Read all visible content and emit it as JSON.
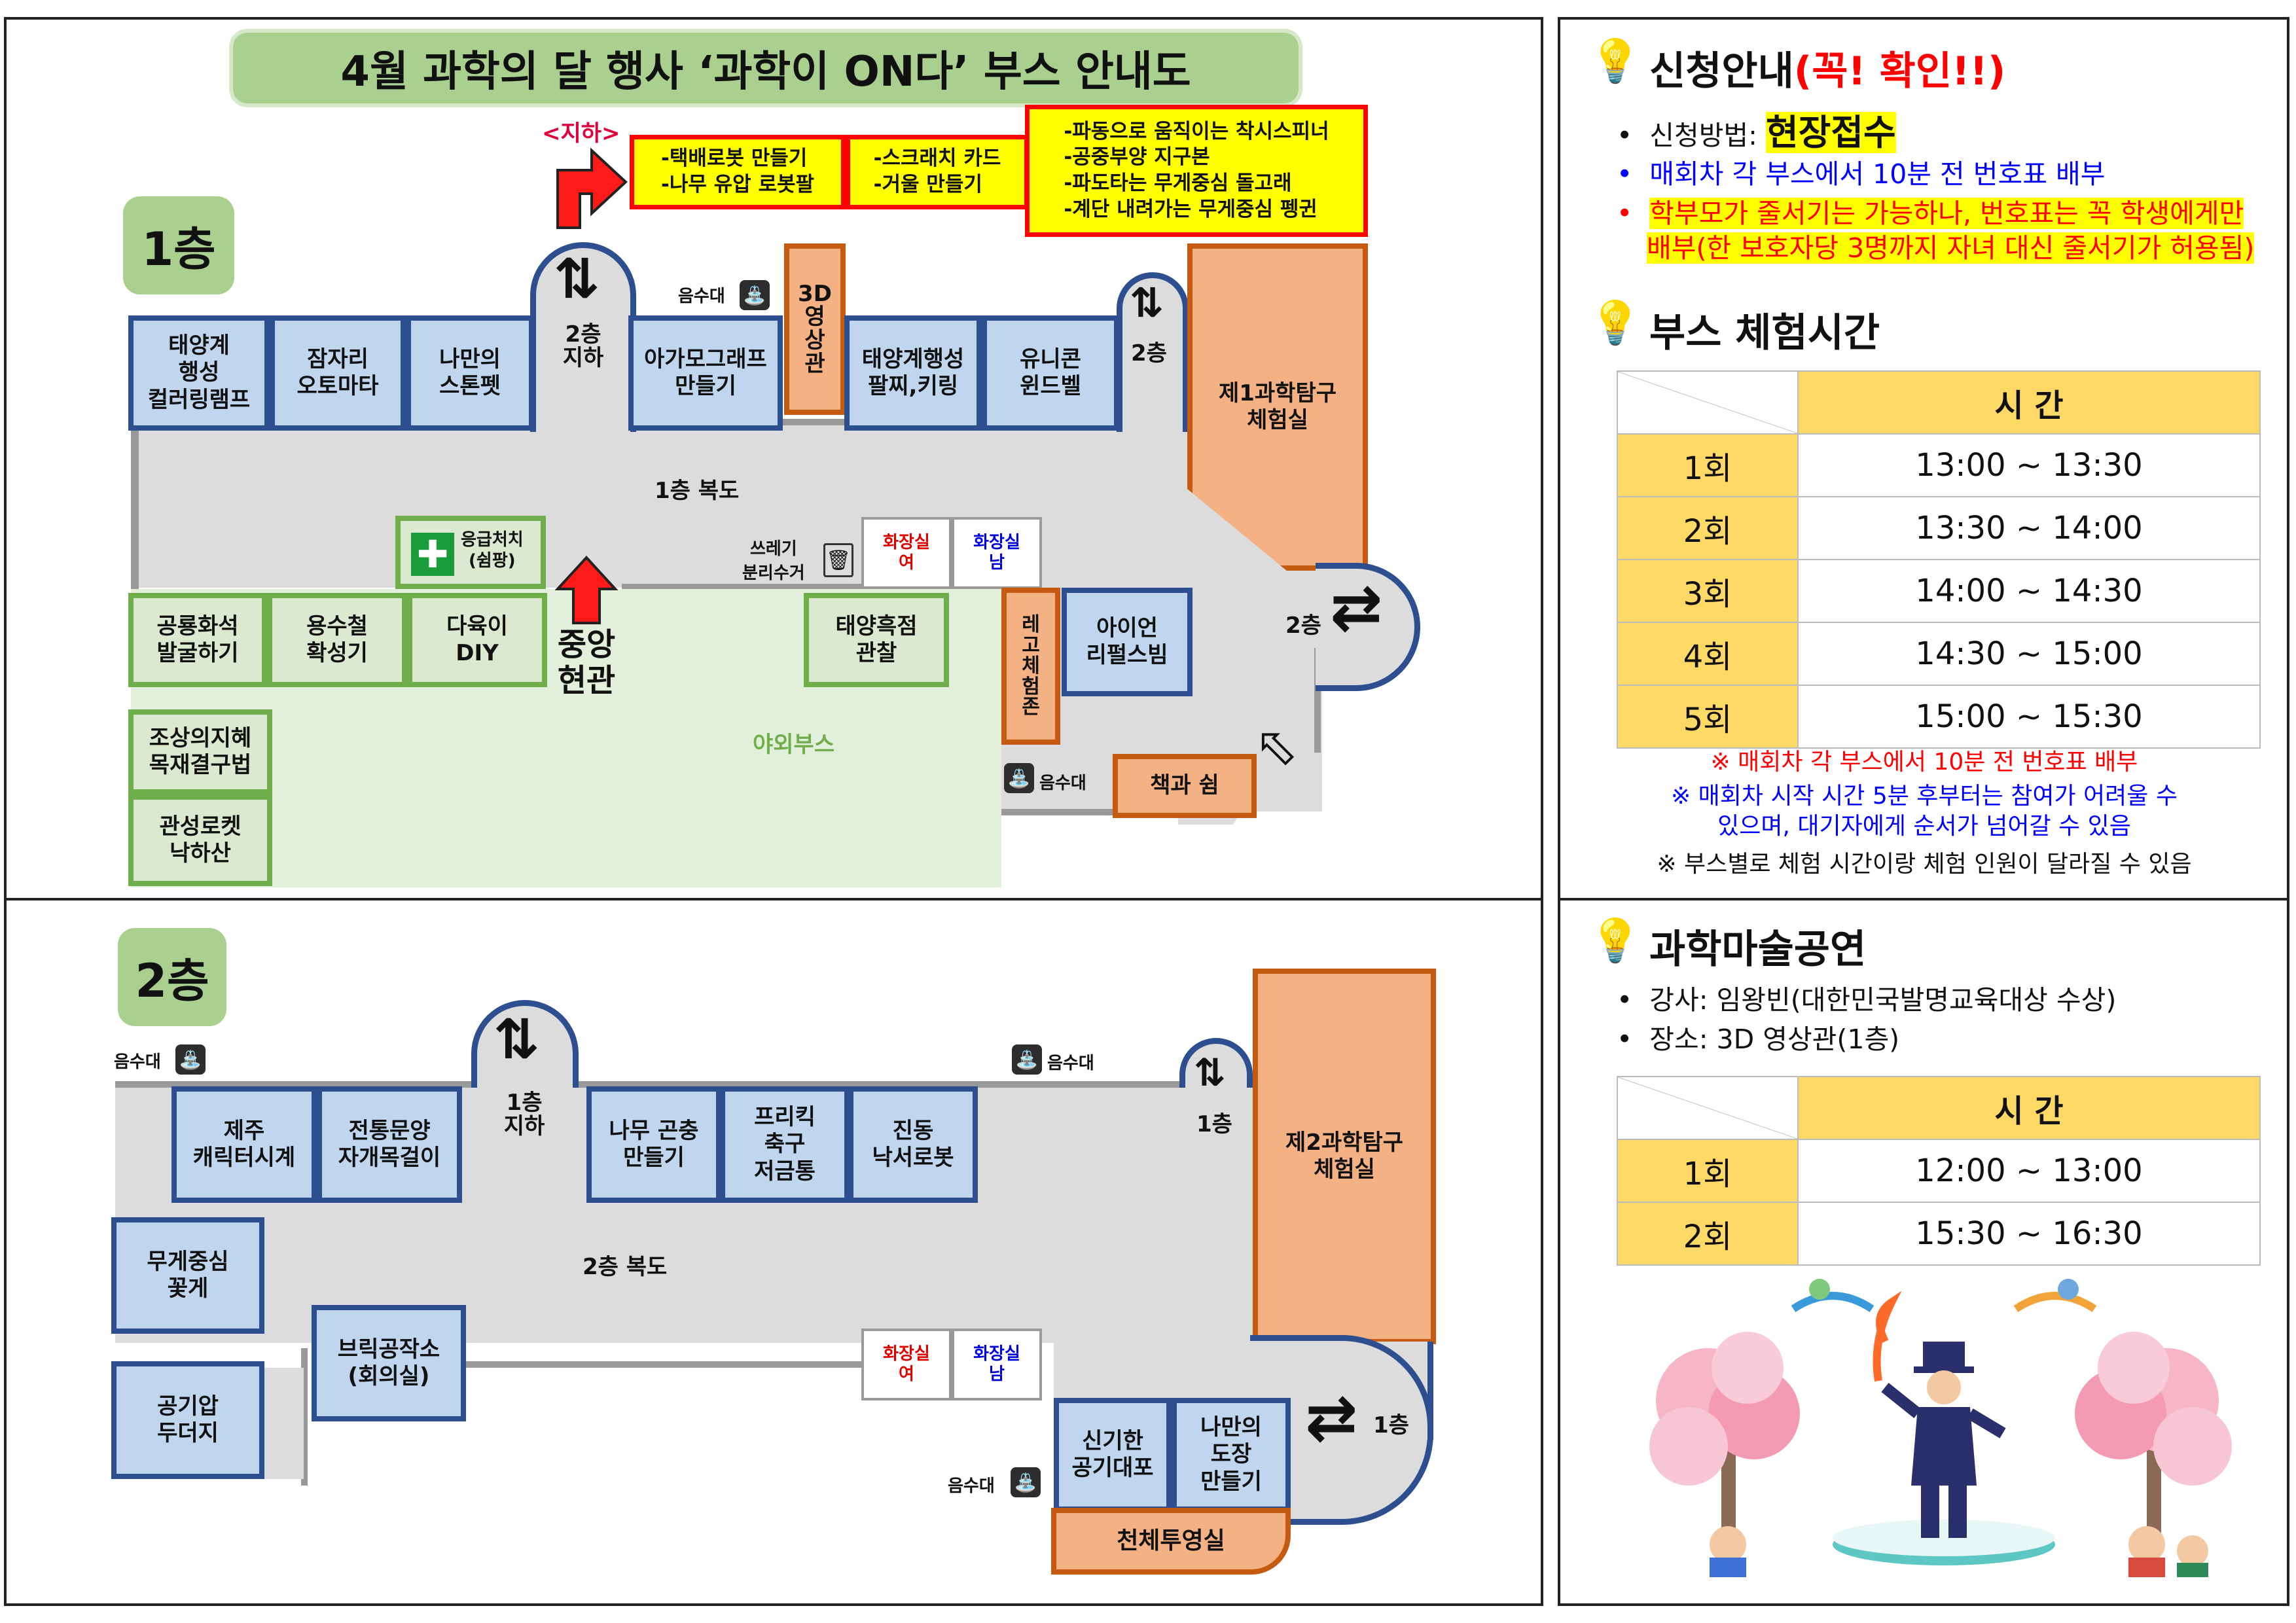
{
  "title": "4월 과학의 달 행사 ‘과학이 ON다’ 부스 안내도",
  "floor1": {
    "badge": "1층",
    "basement_label": "<지하>",
    "basement_boxes": [
      "-택배로봇 만들기\n-나무 유압 로봇팔",
      "-스크래치 카드\n-거울 만들기",
      "-파동으로 움직이는 착시스피너\n-공중부양 지구본\n-파도타는 무게중심 돌고래\n-계단 내려가는 무게중심 펭귄"
    ],
    "top_rooms": [
      "태양계\n행성\n컬러링램프",
      "잠자리\n오토마타",
      "나만의\n스톤펫",
      "아가모그래프\n만들기",
      "태양계행성\n팔찌,키링",
      "유니콘\n윈드벨"
    ],
    "stair_center": "2층\n지하",
    "stair_right": "2층",
    "theater": "3D\n영\n상\n관",
    "lab": "제1과학탐구\n체험실",
    "fountain_label": "음수대",
    "corridor": "1층 복도",
    "first_aid": "응급처치\n(쉼팡)",
    "trash": "쓰레기\n분리수거",
    "toilet_f": "화장실\n여",
    "toilet_m": "화장실\n남",
    "entrance": "중앙\n현관",
    "bottom_rooms": [
      "공룡화석\n발굴하기",
      "용수철\n확성기",
      "다육이\nDIY"
    ],
    "sun_room": "태양흑점\n관찰",
    "lego": "레\n고\n체\n험\n존",
    "iron": "아이언\n리펄스빔",
    "exit_2f": "2층",
    "outdoor": "야외부스",
    "outdoor_rooms": [
      "조상의지혜\n목재결구법",
      "관성로켓\n낙하산"
    ],
    "book": "책과 쉼"
  },
  "floor2": {
    "badge": "2층",
    "fountain_label": "음수대",
    "rooms": [
      "제주\n캐릭터시계",
      "전통문양\n자개목걸이",
      "나무 곤충\n만들기",
      "프리킥\n축구\n저금통",
      "진동\n낙서로봇"
    ],
    "stair_center": "1층\n지하",
    "stair_right": "1층",
    "lab": "제2과학탐구\n체험실",
    "corridor": "2층 복도",
    "left_rooms": [
      "무게중심\n꽃게",
      "공기압\n두더지"
    ],
    "brick": "브릭공작소\n(회의실)",
    "toilet_f": "화장실\n여",
    "toilet_m": "화장실\n남",
    "bottom_rooms": [
      "신기한\n공기대포",
      "나만의\n도장\n만들기"
    ],
    "planet": "천체투영실",
    "exit_1f": "1층"
  },
  "info": {
    "sec1_title": "신청안내",
    "sec1_emph": "(꼭! 확인!!)",
    "method_label": "신청방법: ",
    "method_value": "현장접수",
    "b2": "매회차 각 부스에서 10분 전 번호표 배부",
    "b3_line1": "학부모가 줄서기는 가능하나, 번호표는 꼭 학생에게만",
    "b3_line2": "배부(한 보호자당 3명까지 자녀 대신 줄서기가 허용됨)",
    "sec2_title": "부스 체험시간",
    "time_header": "시   간",
    "booth_times": [
      {
        "round": "1회",
        "time": "13:00 ~ 13:30"
      },
      {
        "round": "2회",
        "time": "13:30 ~ 14:00"
      },
      {
        "round": "3회",
        "time": "14:00 ~ 14:30"
      },
      {
        "round": "4회",
        "time": "14:30 ~ 15:00"
      },
      {
        "round": "5회",
        "time": "15:00 ~ 15:30"
      }
    ],
    "note1": "※ 매회차 각 부스에서 10분 전 번호표 배부",
    "note2": "※ 매회차 시작 시간 5분 후부터는 참여가 어려울 수\n있으며, 대기자에게 순서가 넘어갈 수 있음",
    "note3": "※ 부스별로 체험 시간이랑 체험 인원이 달라질 수 있음",
    "sec3_title": "과학마술공연",
    "lecturer": "강사: 임왕빈(대한민국발명교육대상 수상)",
    "place": "장소: 3D 영상관(1층)",
    "show_times": [
      {
        "round": "1회",
        "time": "12:00 ~ 13:00"
      },
      {
        "round": "2회",
        "time": "15:30 ~ 16:30"
      }
    ]
  },
  "colors": {
    "blue_border": "#2e4f8f",
    "green_border": "#6fae4a",
    "orange_border": "#c55a11",
    "highlight_yellow": "#ffd966",
    "red": "#ff0000",
    "blue_text": "#0000ff"
  }
}
